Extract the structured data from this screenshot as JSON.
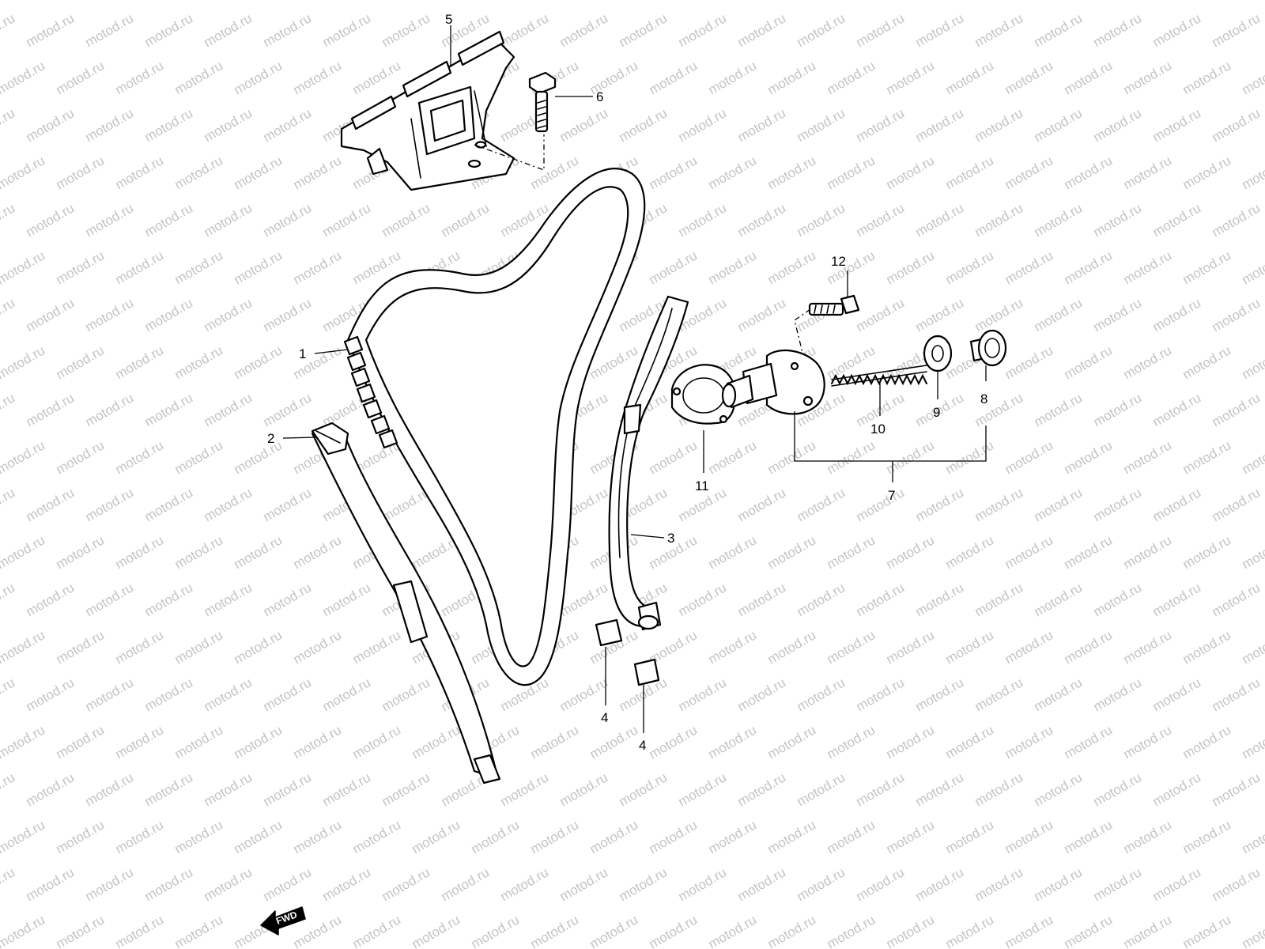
{
  "watermark": "motod.ru",
  "callouts": {
    "c1": "1",
    "c2": "2",
    "c3": "3",
    "c4a": "4",
    "c4b": "4",
    "c5": "5",
    "c6": "6",
    "c7": "7",
    "c8": "8",
    "c9": "9",
    "c10": "10",
    "c11": "11",
    "c12": "12"
  },
  "fwd_label": "FWD",
  "colors": {
    "line": "#000000",
    "watermark": "#c4c4c4",
    "background": "#ffffff"
  }
}
